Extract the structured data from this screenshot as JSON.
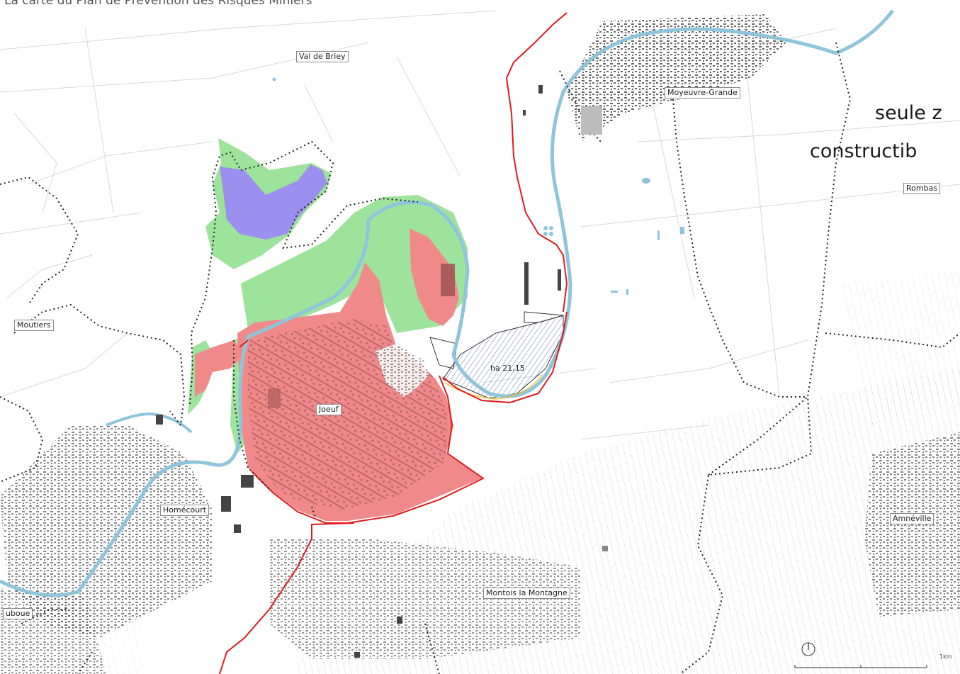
{
  "page": {
    "title": "La carte du Plan de Prévention des Risques Miniers"
  },
  "overlay": {
    "line1": "seule z",
    "line2": "constructib"
  },
  "places": {
    "val_de_briey": "Val de Briey",
    "moyeuvre_grande": "Moyeuvre-Grande",
    "rombas": "Rombas",
    "moutiers": "Moutiers",
    "joeuf": "Joeuf",
    "homecourt": "Homécourt",
    "amneville": "Amnéville",
    "montois": "Montois la Montagne",
    "auboue": "uboue"
  },
  "area_annotation": "ha 21,15",
  "scale_bar": {
    "label": "1km"
  },
  "colors": {
    "river": "#8ec5db",
    "zone_red_fill": "#f08a8a",
    "zone_red_edge": "#e31a1c",
    "zone_green": "#9ee39b",
    "zone_blue": "#9b8ff0",
    "boundary_dotted": "#222222",
    "hatch": "#6a7abf",
    "buildings": "#444444"
  },
  "icons": {
    "north_arrow": "north-arrow-icon",
    "scale_bar": "scale-bar-icon"
  }
}
